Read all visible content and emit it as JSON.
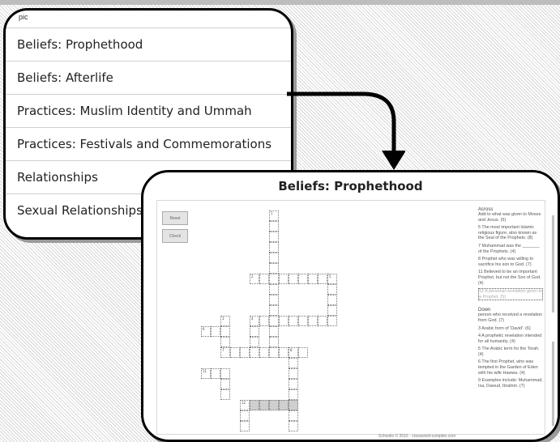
{
  "menu": {
    "caption": "pic",
    "items": [
      {
        "label": "Beliefs: Prophethood"
      },
      {
        "label": "Beliefs: Afterlife"
      },
      {
        "label": "Practices: Muslim Identity and Ummah"
      },
      {
        "label": "Practices: Festivals and Commemorations"
      },
      {
        "label": "Relationships"
      },
      {
        "label": "Sexual Relationships"
      }
    ]
  },
  "crossword": {
    "title": "Beliefs: Prophethood",
    "reset_label": "Reset",
    "check_label": "Check",
    "across_heading": "Across",
    "across": [
      {
        "text": "Add to what was given to Moses and Jesus. (5)"
      },
      {
        "text": "5 The most important Islamic religious figure, also known as the Seal of the Prophets. (8)"
      },
      {
        "text": "7 Muhammad was the _______ of the Prophets. (4)"
      },
      {
        "text": "8 Prophet who was willing to sacrifice his son to God. (7)"
      },
      {
        "text": "11 Believed to be an important Prophet, but not the Son of God. (4)"
      },
      {
        "text": "12 A personal revelation given to a Prophet. (5)"
      }
    ],
    "down_heading": "Down",
    "down": [
      {
        "text": "person who received a revelation from God. (7)"
      },
      {
        "text": "3 Arabic form of 'David'. (6)"
      },
      {
        "text": "4 A prophetic revelation intended for all humanity. (4)"
      },
      {
        "text": "5 The Arabic term for the Torah. (4)"
      },
      {
        "text": "6 The first Prophet, who was tempted in the Garden of Eden with his wife Hawwa. (4)"
      },
      {
        "text": "9 Examples include: Muhammad, Isa, Dawud, Ibrahim. (7)"
      }
    ],
    "footer": "Schoolio © 2016 · crossword-compiler.com"
  },
  "colors": {
    "border": "#000000",
    "shadow": "#9a9a9a",
    "highlight": "#cfcfcf"
  }
}
